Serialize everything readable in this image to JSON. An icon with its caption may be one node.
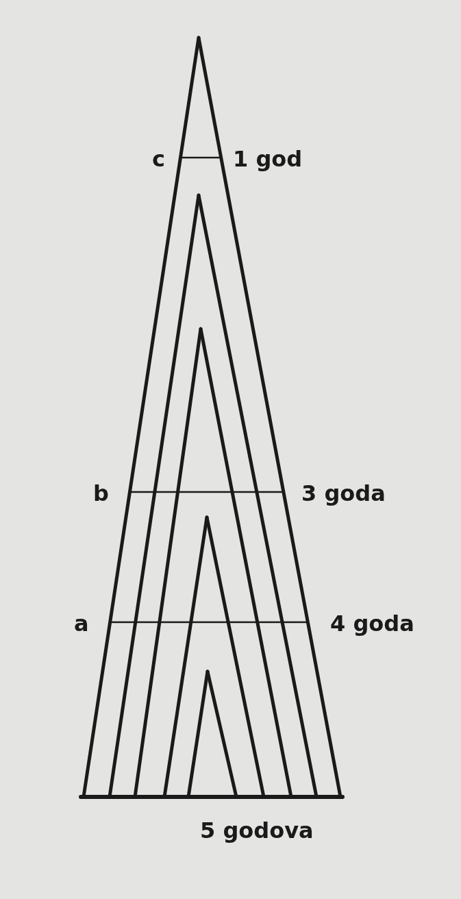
{
  "diagram": {
    "labels": [
      "c",
      "1 god",
      "b",
      "3 goda",
      "a",
      "4 goda",
      "5 godova"
    ]
  }
}
